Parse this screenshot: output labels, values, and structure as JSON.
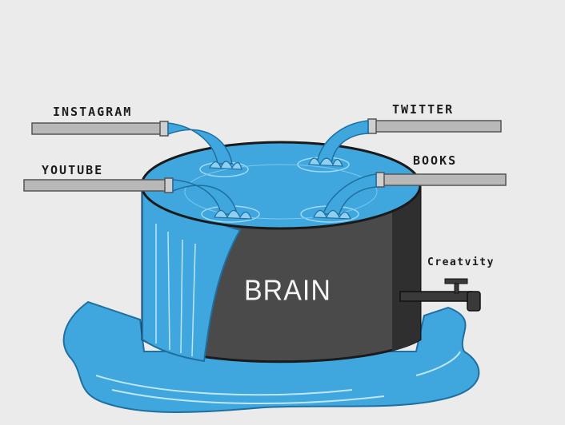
{
  "labels": {
    "instagram": "INSTAGRAM",
    "youtube": "YOUTUBE",
    "twitter": "TWITTER",
    "books": "BOOKS",
    "creativity": "Creatvity",
    "tank": "BRAIN"
  },
  "colors": {
    "background": "#ebebeb",
    "water": "#3fa7de",
    "water_light": "#8fd0f2",
    "tank": "#4a4a4a",
    "tank_dark": "#2b2b2b",
    "pipe": "#b8b8b8"
  }
}
